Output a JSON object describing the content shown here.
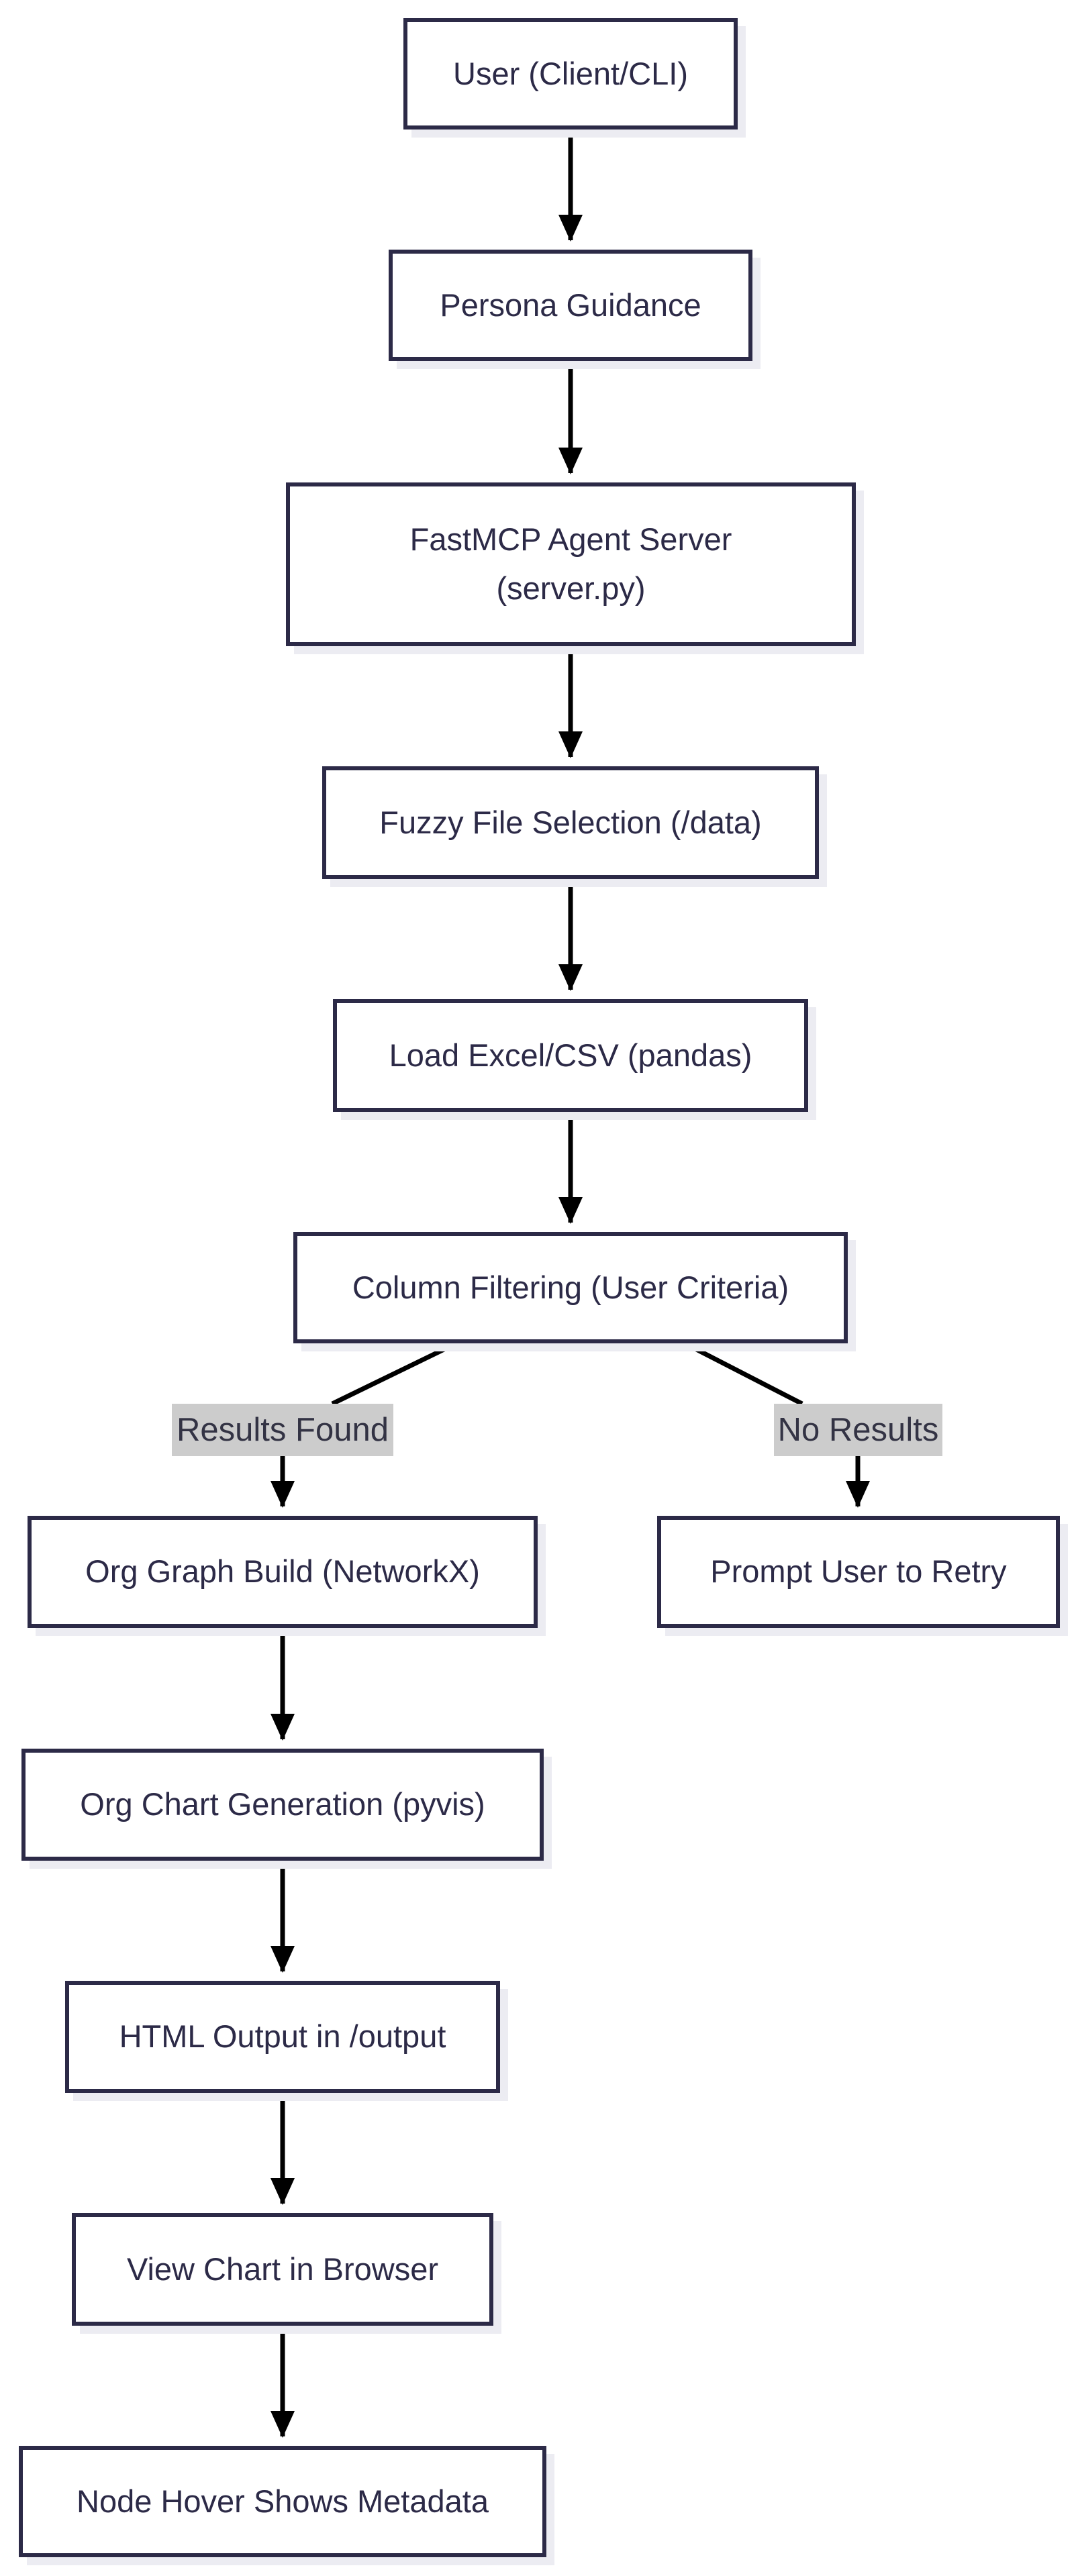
{
  "diagram": {
    "nodes": {
      "user": "User (Client/CLI)",
      "persona": "Persona Guidance",
      "server": "FastMCP Agent Server\n(server.py)",
      "fuzzy": "Fuzzy File Selection (/data)",
      "load": "Load Excel/CSV (pandas)",
      "filter": "Column Filtering (User Criteria)",
      "graph": "Org Graph Build (NetworkX)",
      "retry": "Prompt User to Retry",
      "chart": "Org Chart Generation (pyvis)",
      "html_out": "HTML Output in /output",
      "view": "View Chart in Browser",
      "hover": "Node Hover Shows Metadata"
    },
    "edge_labels": {
      "found": "Results Found",
      "none": "No Results"
    },
    "colors": {
      "node_border": "#2c2a47",
      "node_text": "#2c2a47",
      "edge": "#000000",
      "label_bg": "#cccccc",
      "shadow": "#ececf2"
    }
  }
}
